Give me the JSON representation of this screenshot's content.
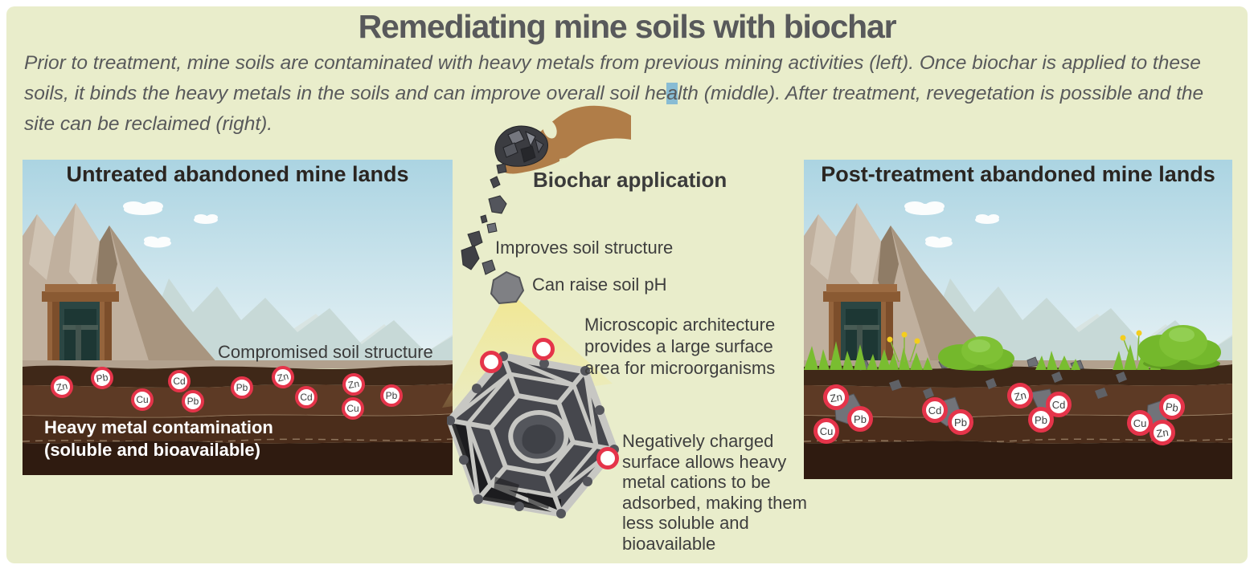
{
  "title": "Remediating mine soils with biochar",
  "intro": {
    "pre": "Prior to treatment, mine soils are contaminated with heavy metals from previous mining activities (left). Once biochar is applied to these soils, it binds the heavy metals in the soils and can improve overall soil he",
    "highlighted": "a",
    "post": "lth (middle). After treatment, revegetation is possible and the site can be reclaimed (right)."
  },
  "left_panel": {
    "title": "Untreated abandoned mine lands",
    "soil_note": "Compromised soil structure",
    "contamination_line1": "Heavy metal contamination",
    "contamination_line2": "(soluble and bioavailable)",
    "metals": [
      "Zn",
      "Pb",
      "Cu",
      "Cd",
      "Pb",
      "Pb",
      "Zn",
      "Cd",
      "Zn",
      "Cu",
      "Pb"
    ]
  },
  "middle": {
    "title": "Biochar application",
    "callout_structure": "Improves soil structure",
    "callout_ph": "Can raise soil pH",
    "callout_surface": "Microscopic architecture provides a large surface area for microorganisms",
    "callout_charge": "Negatively charged surface allows heavy metal cations to be adsorbed, making them less soluble and bioavailable"
  },
  "right_panel": {
    "title": "Post-treatment abandoned mine lands",
    "metals": [
      "Zn",
      "Cu",
      "Pb",
      "Cd",
      "Pb",
      "Zn",
      "Cd",
      "Pb",
      "Cu",
      "Pb",
      "Zn"
    ]
  },
  "colors": {
    "canvas_bg": "#e9edcb",
    "metal_ring_red": "#e5344a",
    "selection_highlight_blue": "#88bcd4",
    "beam_yellow": "#f2e78f",
    "sky_top": "#abd4e2",
    "soil_dark": "#2f1b10"
  }
}
